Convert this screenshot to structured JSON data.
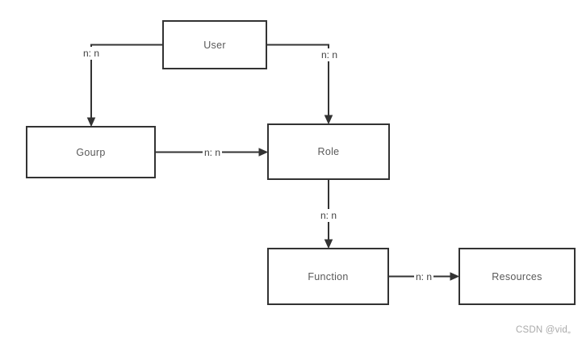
{
  "diagram": {
    "nodes": {
      "user": {
        "label": "User"
      },
      "gourp": {
        "label": "Gourp"
      },
      "role": {
        "label": "Role"
      },
      "function": {
        "label": "Function"
      },
      "resources": {
        "label": "Resources"
      }
    },
    "edges": {
      "user_gourp": {
        "label": "n: n",
        "from": "User",
        "to": "Gourp"
      },
      "user_role": {
        "label": "n: n",
        "from": "User",
        "to": "Role"
      },
      "gourp_role": {
        "label": "n: n",
        "from": "Gourp",
        "to": "Role"
      },
      "role_function": {
        "label": "n: n",
        "from": "Role",
        "to": "Function"
      },
      "function_resources": {
        "label": "n: n",
        "from": "Function",
        "to": "Resources"
      }
    },
    "colors": {
      "line": "#333333",
      "node_border": "#333333",
      "node_text": "#595959",
      "edge_label_text": "#404040",
      "watermark_text": "#aaaaaa",
      "background": "#ffffff"
    }
  },
  "watermark": {
    "text": "CSDN @vid„"
  }
}
